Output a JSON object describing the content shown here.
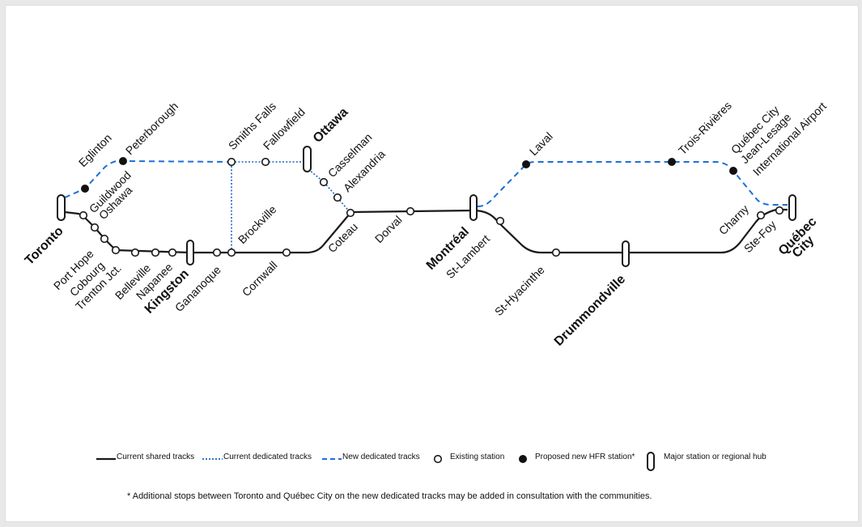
{
  "colors": {
    "shared_track": "#1a1a1a",
    "current_dedicated": "#1565c0",
    "new_dedicated": "#1e6fd9",
    "station_fill": "#ffffff",
    "proposed_fill": "#111111"
  },
  "stations": {
    "toronto": "Toronto",
    "eglinton": "Eglinton",
    "guildwood": "Guildwood",
    "oshawa": "Oshawa",
    "port_hope": "Port Hope",
    "cobourg": "Cobourg",
    "trenton_jct": "Trenton Jct.",
    "belleville": "Belleville",
    "napanee": "Napanee",
    "kingston": "Kingston",
    "gananoque": "Gananoque",
    "brockville": "Brockville",
    "cornwall": "Cornwall",
    "coteau": "Coteau",
    "dorval": "Dorval",
    "montreal": "Montréal",
    "st_lambert": "St-Lambert",
    "st_hyacinthe": "St-Hyacinthe",
    "drummondville": "Drummondville",
    "charny": "Charny",
    "ste_foy": "Ste-Foy",
    "quebec_city_line1": "Québec",
    "quebec_city_line2": "City",
    "peterborough": "Peterborough",
    "smiths_falls": "Smiths Falls",
    "fallowfield": "Fallowfield",
    "ottawa": "Ottawa",
    "casselman": "Casselman",
    "alexandria": "Alexandria",
    "laval": "Laval",
    "trois_rivieres": "Trois-Rivières",
    "airport_line1": "Québec City",
    "airport_line2": "Jean-Lesage",
    "airport_line3": "International Airport"
  },
  "legend": {
    "current_shared": "Current shared tracks",
    "current_dedicated": "Current dedicated tracks",
    "new_dedicated": "New dedicated tracks",
    "existing_station": "Existing station",
    "proposed_station": "Proposed new HFR station*",
    "major_station": "Major station or regional hub"
  },
  "footnote": "* Additional stops between Toronto and Québec City on the new dedicated tracks may be added in consultation with the communities."
}
